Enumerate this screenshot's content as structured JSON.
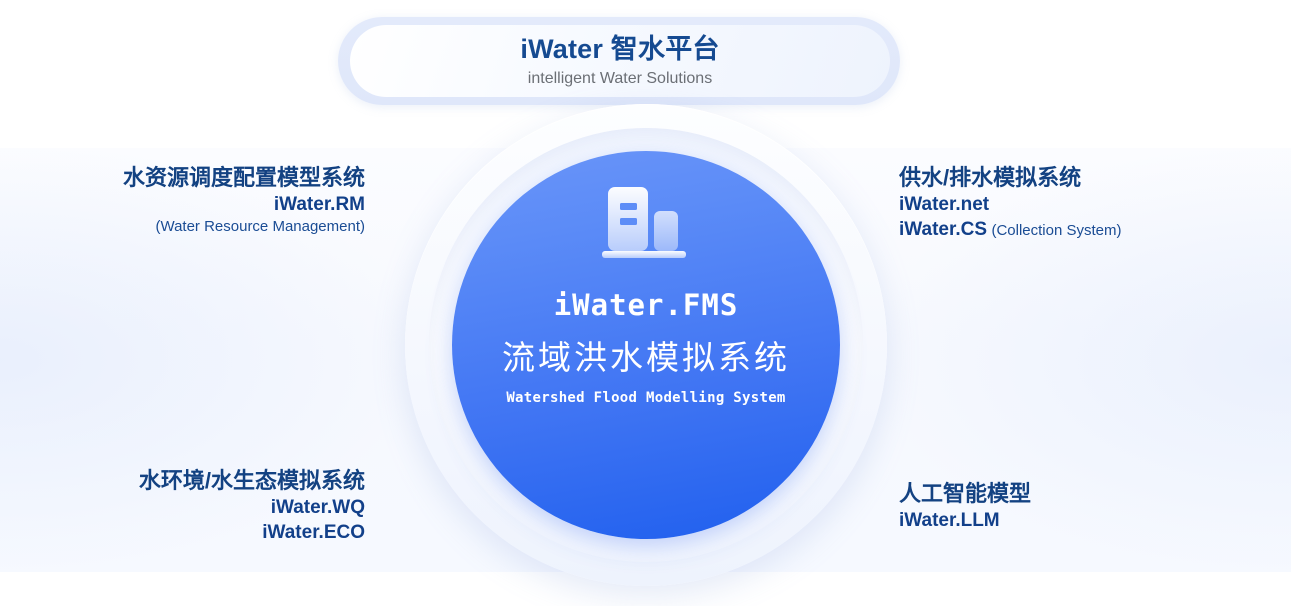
{
  "header": {
    "title": "iWater 智水平台",
    "subtitle": "intelligent Water Solutions"
  },
  "core": {
    "icon": "building-icon",
    "code": "iWater.FMS",
    "name_cn": "流域洪水模拟系统",
    "name_en": "Watershed Flood Modelling System"
  },
  "modules": {
    "top_left": {
      "title_cn": "水资源调度配置模型系统",
      "code": "iWater.RM",
      "note": "(Water Resource Management)"
    },
    "top_right": {
      "title_cn": "供水/排水模拟系统",
      "code1": "iWater.net",
      "code2": "iWater.CS",
      "note": "(Collection System)"
    },
    "bottom_left": {
      "title_cn": "水环境/水生态模拟系统",
      "code1": "iWater.WQ",
      "code2": "iWater.ECO"
    },
    "bottom_right": {
      "title_cn": "人工智能模型",
      "code": "iWater.LLM"
    }
  },
  "colors": {
    "brand_navy": "#154a91",
    "circle_top": "#5b8bf7",
    "circle_bottom": "#1f5fee",
    "pill_border": "#dfe7fa",
    "subtitle_gray": "#6b6f75"
  }
}
